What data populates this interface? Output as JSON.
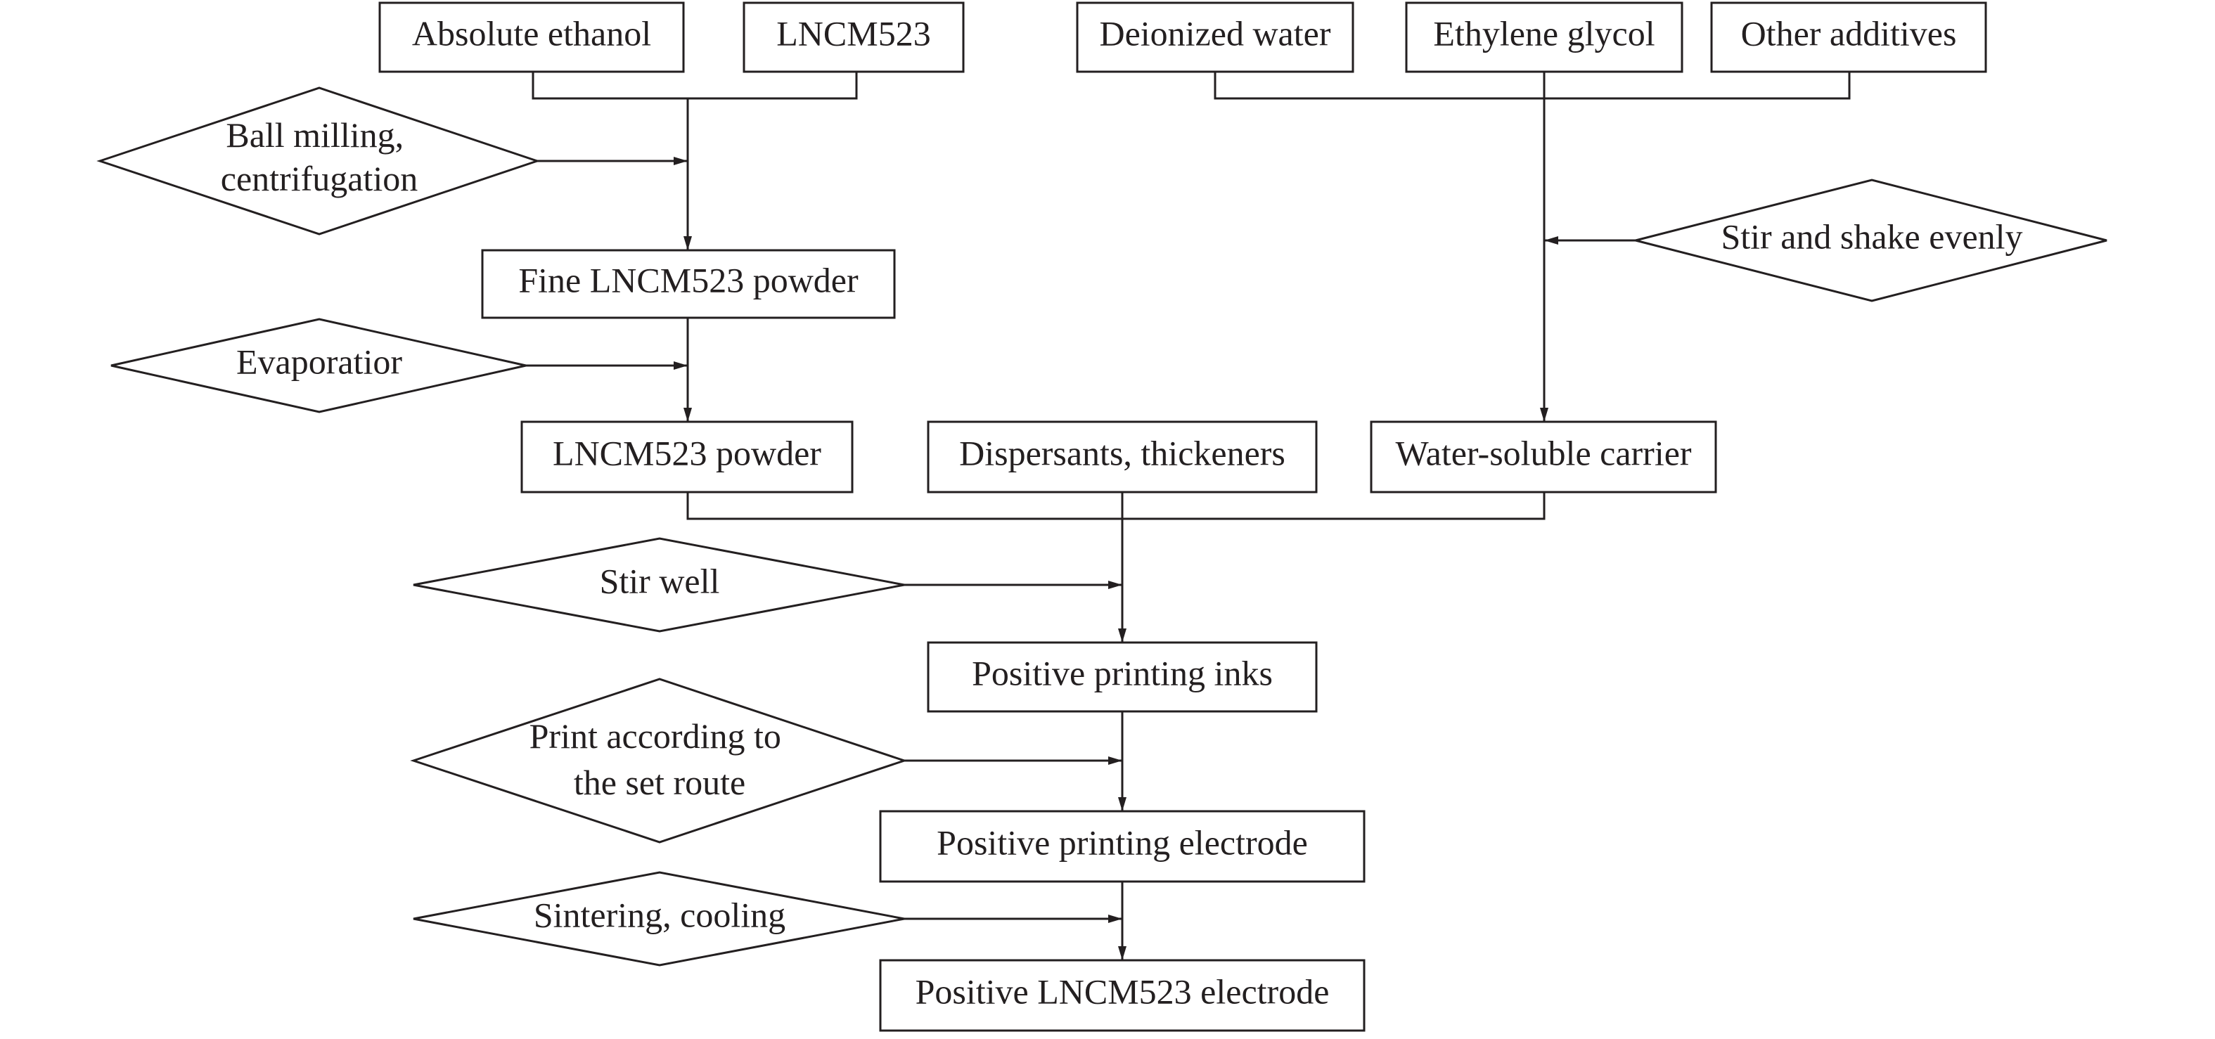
{
  "materials": {
    "absolute_ethanol": "Absolute ethanol",
    "lncm523": "LNCM523",
    "deionized_water": "Deionized water",
    "ethylene_glycol": "Ethylene glycol",
    "other_additives": "Other additives",
    "dispersants_thickeners": "Dispersants, thickeners"
  },
  "intermediates": {
    "fine_powder": "Fine LNCM523 powder",
    "powder": "LNCM523 powder",
    "water_soluble_carrier": "Water-soluble carrier",
    "positive_printing_inks": "Positive printing inks",
    "positive_printing_electrode": "Positive printing electrode",
    "final_electrode": "Positive LNCM523 electrode"
  },
  "processes": {
    "ball_milling": [
      "Ball milling,",
      "centrifugation"
    ],
    "evaporation": [
      "Evaporatior"
    ],
    "stir_shake": [
      "Stir and shake evenly"
    ],
    "stir_well": [
      "Stir well"
    ],
    "print_route": [
      "Print according to",
      "the set route"
    ],
    "sintering": [
      "Sintering, cooling"
    ]
  }
}
